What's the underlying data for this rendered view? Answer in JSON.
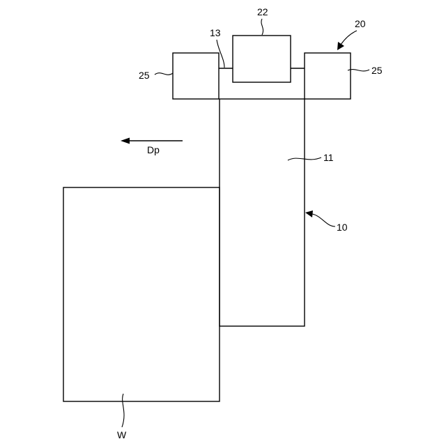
{
  "labels": {
    "tool": "10",
    "body": "11",
    "shaft": "13",
    "unit": "20",
    "center_block": "22",
    "left_block": "25",
    "right_block": "25",
    "direction": "Dp",
    "workpiece": "W"
  }
}
